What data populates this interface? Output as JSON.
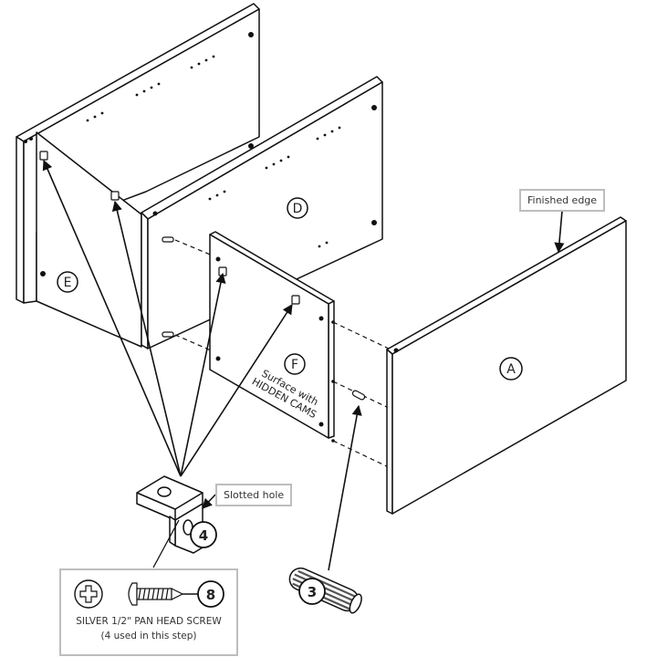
{
  "parts": {
    "panel_a": "A",
    "panel_d": "D",
    "panel_e": "E",
    "panel_f": "F"
  },
  "panel_f_text": {
    "line1": "Surface with",
    "line2": "HIDDEN CAMS"
  },
  "callouts": {
    "finished_edge": "Finished edge",
    "slotted_hole": "Slotted hole"
  },
  "hardware": {
    "bracket_number": "4",
    "dowel_number": "3",
    "screw_number": "8",
    "screw_name": "SILVER 1/2\" PAN HEAD SCREW",
    "screw_note": "(4 used in this step)"
  },
  "icons": [
    "phillips-screw-head-icon",
    "screw-icon",
    "bracket-icon",
    "dowel-icon"
  ]
}
